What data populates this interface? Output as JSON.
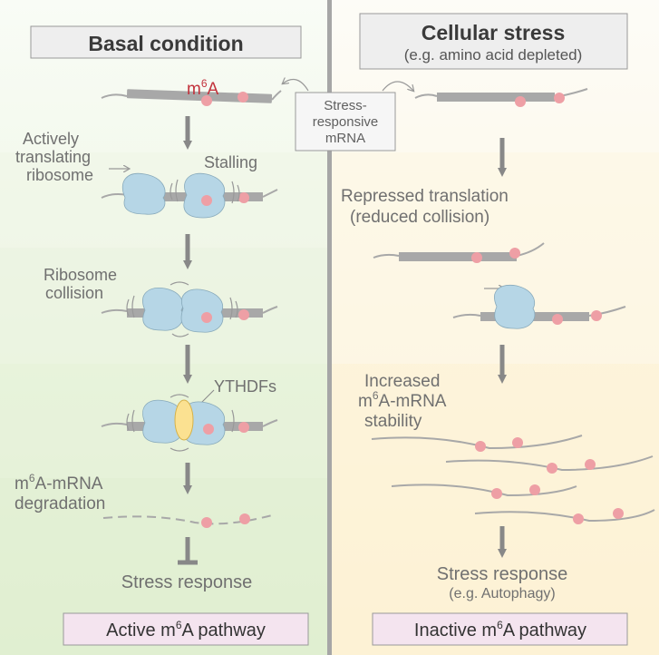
{
  "left_panel": {
    "title": "Basal condition",
    "m6a_label": {
      "base": "m",
      "sup": "6",
      "tail": "A"
    },
    "actively_translating_label": [
      "Actively",
      "translating",
      "ribosome"
    ],
    "stalling_label": "Stalling",
    "collision_label": [
      "Ribosome",
      "collision"
    ],
    "ythdfs_label": "YTHDFs",
    "degradation_label": {
      "line1_base": "m",
      "line1_sup": "6",
      "line1_tail": "A-mRNA",
      "line2": "degradation"
    },
    "stress_response": "Stress response",
    "pathway_label": {
      "pre": "Active m",
      "sup": "6",
      "post": "A pathway"
    }
  },
  "center_label": [
    "Stress-",
    "responsive",
    "mRNA"
  ],
  "right_panel": {
    "title": "Cellular stress",
    "subtitle": "(e.g. amino acid depleted)",
    "repressed_label": [
      "Repressed translation",
      "(reduced collision)"
    ],
    "stability_label": {
      "line1": "Increased",
      "line2_base": "m",
      "line2_sup": "6",
      "line2_tail": "A-mRNA",
      "line3": "stability"
    },
    "stress_response": "Stress response",
    "stress_response_sub": "(e.g. Autophagy)",
    "pathway_label": {
      "pre": "Inactive m",
      "sup": "6",
      "post": "A pathway"
    }
  },
  "colors": {
    "left_bg_top": "#f7fbf4",
    "left_bg_bottom": "#e2f0d4",
    "right_bg_top": "#fdfcf6",
    "right_bg_bottom": "#fdf3d8",
    "divider": "#a6a6a6",
    "mrna": "#a8a8a8",
    "m6a_dot": "#ee9fa5",
    "m6a_text": "#c2323c",
    "ribosome": "#b6d6e6",
    "ythdf": "#fbe191",
    "pathway_box": "#f4e4ef",
    "arrow": "#888888",
    "text": "#707070",
    "title_text": "#3a3a3a"
  }
}
